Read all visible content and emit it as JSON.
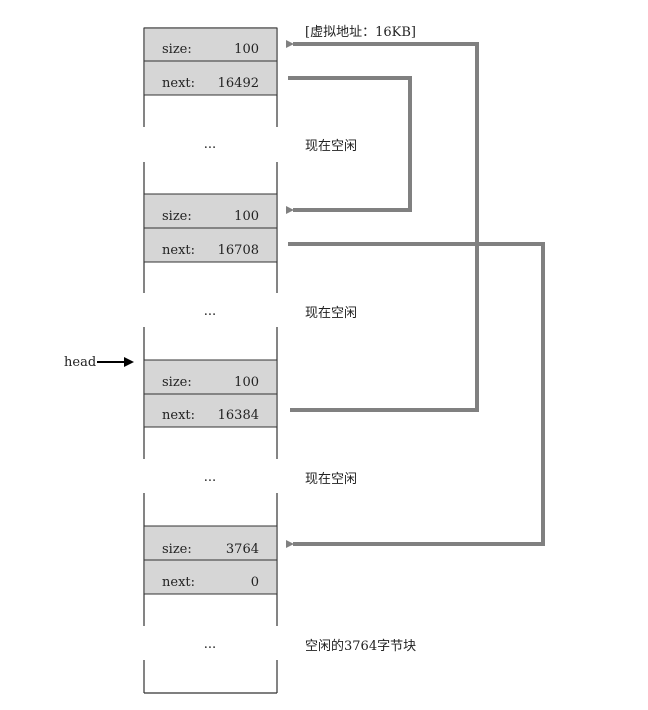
{
  "address_label": "[虚拟地址：16KB]",
  "head_label": "head",
  "ellipsis": "...",
  "blocks": [
    {
      "size_label": "size:",
      "size_value": "100",
      "next_label": "next:",
      "next_value": "16492",
      "after_label": "现在空闲"
    },
    {
      "size_label": "size:",
      "size_value": "100",
      "next_label": "next:",
      "next_value": "16708",
      "after_label": "现在空闲"
    },
    {
      "size_label": "size:",
      "size_value": "100",
      "next_label": "next:",
      "next_value": "16384",
      "after_label": "现在空闲"
    },
    {
      "size_label": "size:",
      "size_value": "3764",
      "next_label": "next:",
      "next_value": "0",
      "after_label": "空闲的3764字节块"
    }
  ],
  "colors": {
    "cell_fill": "#d6d6d6",
    "arrow": "#808080",
    "line": "#333333"
  }
}
